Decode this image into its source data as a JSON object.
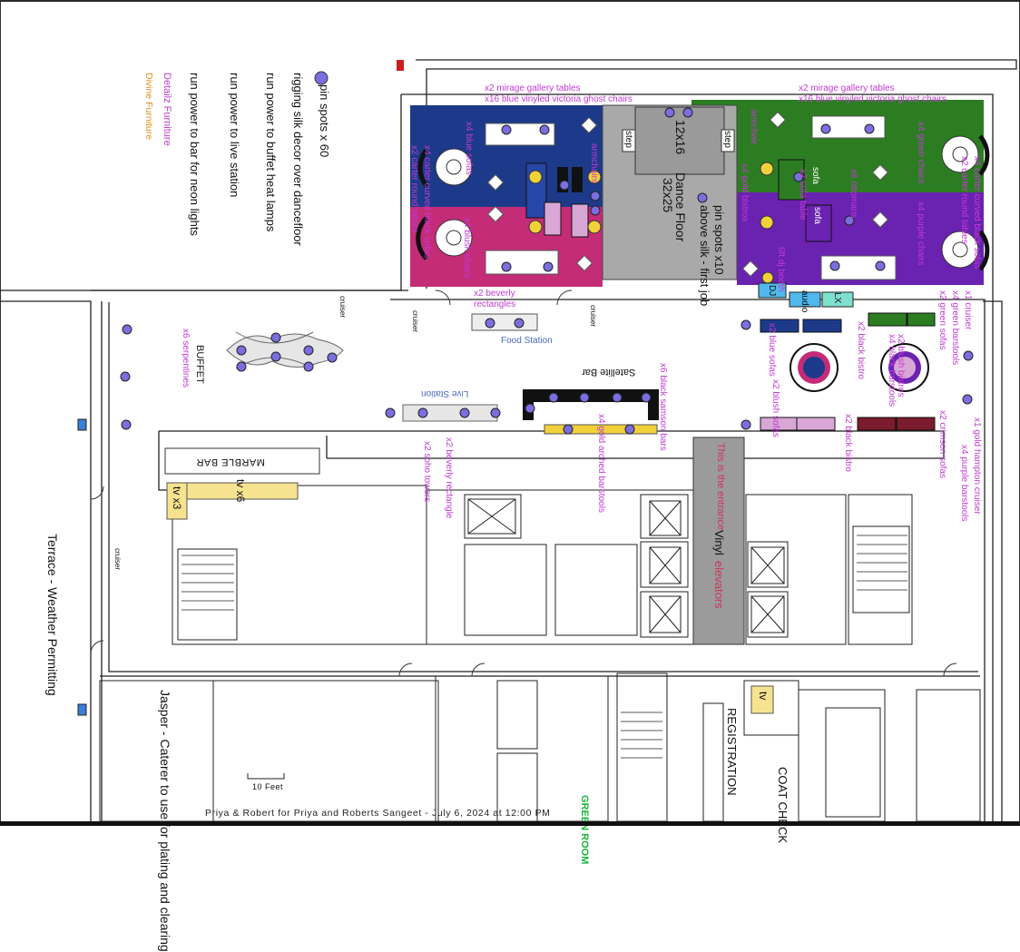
{
  "notes": {
    "pin_spots": "pin spots x 60",
    "rigging": "rigging silk decor over dancefloor",
    "buffet_power": "run power to buffet heat lamps",
    "live_power": "run power to live station",
    "bar_power": "run power to bar for neon lights",
    "detailz": "Detailz Furniture",
    "divine": "Divine Furniture"
  },
  "labels": {
    "mirage_left": "x2 mirage gallery tables",
    "ghost_left": "x16 blue vinyled victoria ghost chairs",
    "mirage_right": "x2 mirage gallery tables",
    "ghost_right": "x16 blue vinyled victoria ghost chairs",
    "blue_sofas_left": "x4 blue sofas",
    "carter_left": "x4 carter curved black sofas",
    "carter_round_left": "x2 carter round tables",
    "blush_chairs": "x4 blush chairs",
    "armchairs": "armchairs",
    "gold_bistros": "x4 gold bistros",
    "armchair_r": "armchair",
    "green_chairs": "x4 green chairs",
    "carter_right": "x4 carter curved black sofas",
    "carter_round_right": "x2 carter round tables",
    "ottomans": "x6 ottomans",
    "sofa_table": "x2 sofa table",
    "purple_chairs": "x4 purple chairs",
    "sofa1": "sofa",
    "sofa2": "sofa",
    "dj_booth": "6ft dj booth",
    "dj": "DJ",
    "audio": "audio",
    "lx": "LX",
    "step1": "step",
    "step2": "step",
    "dance_size": "12x16",
    "dance_floor": "Dance Floor",
    "dance_dims": "32x25",
    "pin_spots_floor": "pin spots x10",
    "above_silk": "above silk - first job",
    "beverly": "x2 beverly",
    "rectangles": "rectangles",
    "food_station": "Food Station",
    "buffet": "BUFFET",
    "serpentines": "x6 serpentines",
    "satellite": "Satellite Bar",
    "blue_sofas_r": "x2 blue sofas",
    "black_bistro": "x2 black bistro",
    "blush_bistros": "x2 blush bistros",
    "black_barstools": "x4 black barstools",
    "cruiser": "x1 cruiser",
    "green_barstools": "x4 green barstools",
    "green_sofas": "x2 green sofas",
    "blush_sofas": "x2 blush sofas",
    "black_bistro2": "x2 black bistro",
    "crimson_sofas": "x2 crimson sofas",
    "gold_hampton": "x1 gold hampton cruiser",
    "purple_barstools": "x4 purple barstools",
    "live_station": "Live Station",
    "beverly_rect": "x2 beverly rectangle",
    "soho": "x2 soho towers",
    "gold_arched": "x4 gold arched barstools",
    "samson": "x6 black samson bars",
    "entrance": "This is the entrance",
    "vinyl": "Vinyl",
    "elevators": "elevators",
    "marble_bar": "MARBLE BAR",
    "tv_x6": "tv x6",
    "tv_x3": "tv x3",
    "tv": "tv",
    "terrace": "Terrace - Weather Permitting",
    "jasper": "Jasper - Caterer to use for plating and clearing",
    "registration": "REGISTRATION",
    "coat_check": "COAT CHECK",
    "green_room": "GREEN ROOM",
    "scale": "10 Feet",
    "cruiser_a": "cruiser",
    "cruiser_b": "cruiser",
    "cruiser_c": "cruiser",
    "cruiser_d": "cruiser"
  },
  "footer": "Priya & Robert for Priya and Roberts Sangeet - July 6, 2024 at 12:00 PM",
  "colors": {
    "blue_zone": "#1d3a8a",
    "pink_zone": "#c52c78",
    "green_zone": "#2c7d22",
    "purple_zone": "#6a22b0",
    "dance_floor": "#a9a9a9",
    "pin_spot": "#7a6ee0",
    "gold": "#f1d13a",
    "blush": "#d9a7d6",
    "crimson": "#7a1b2e",
    "tv_yellow": "#f7e38f",
    "cyan_booth": "#4fb8ec",
    "vinyl_gray": "#9b9b9b"
  }
}
